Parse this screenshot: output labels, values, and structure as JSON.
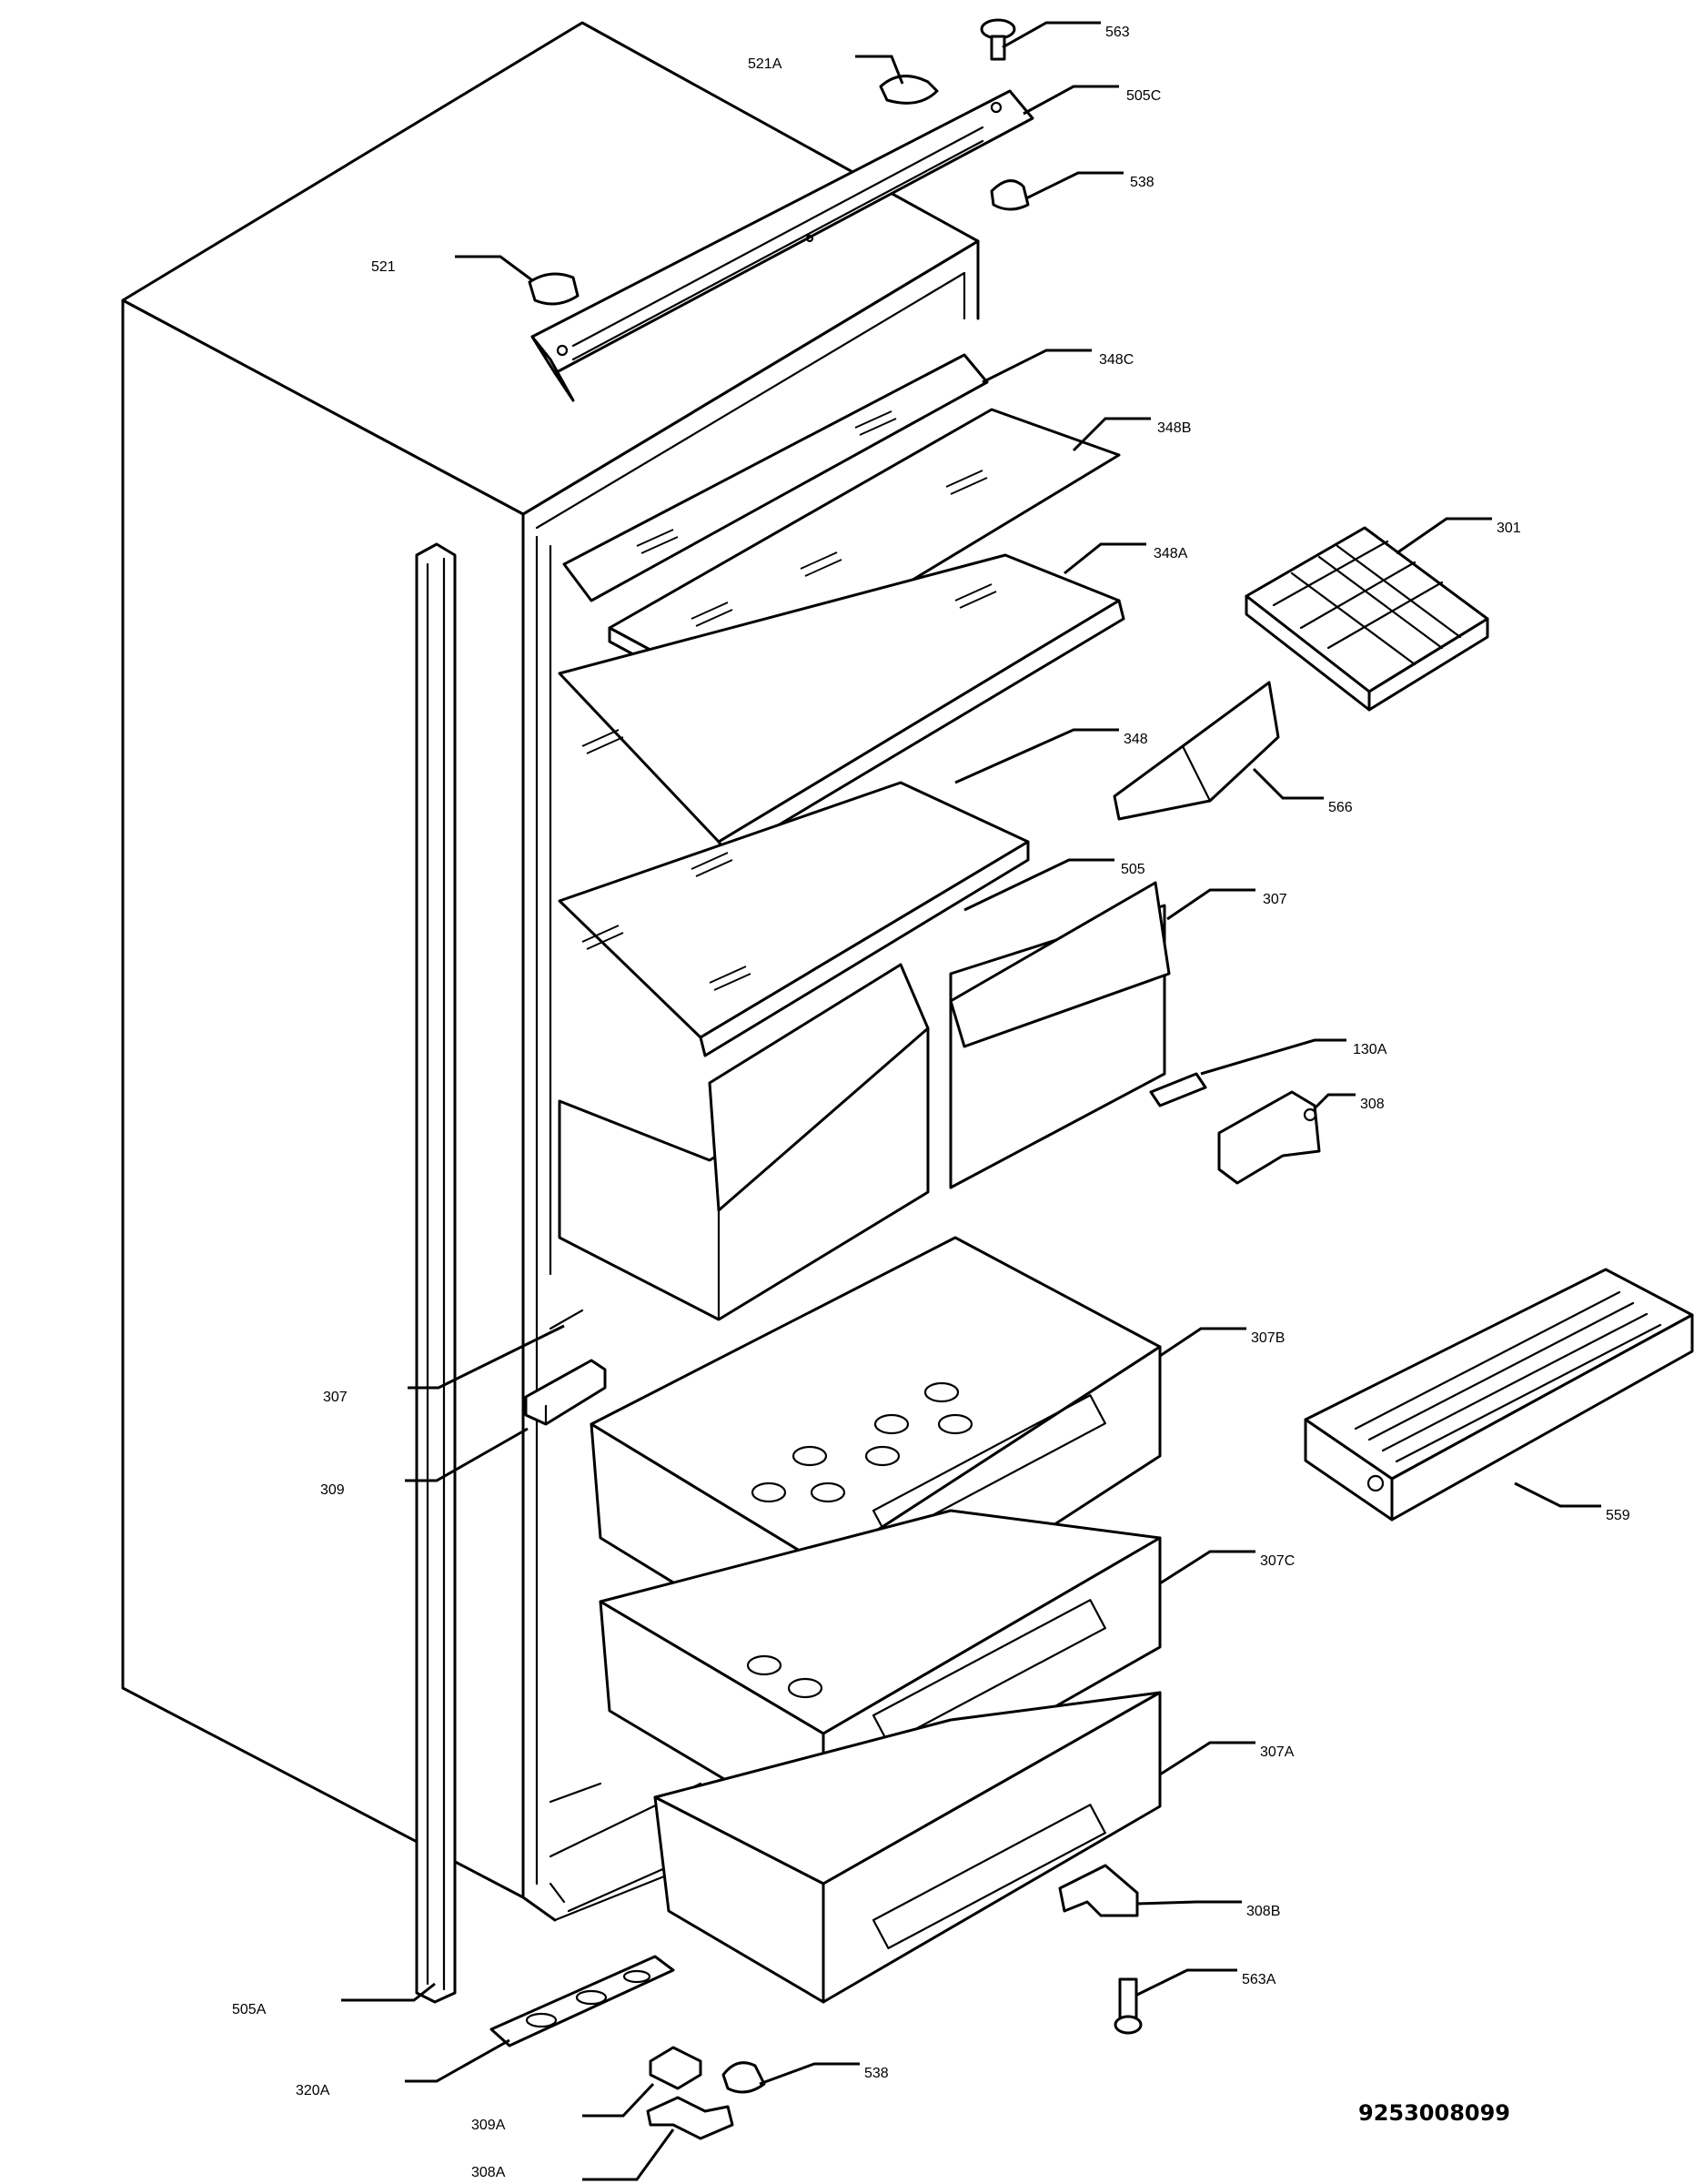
{
  "labels": {
    "l563": {
      "num": "563",
      "suf": ""
    },
    "l521A": {
      "num": "521",
      "suf": "A"
    },
    "l505C": {
      "num": "505",
      "suf": "C"
    },
    "l538top": {
      "num": "538",
      "suf": ""
    },
    "l521": {
      "num": "521",
      "suf": ""
    },
    "l348C": {
      "num": "348",
      "suf": "C"
    },
    "l348B": {
      "num": "348",
      "suf": "B"
    },
    "l301": {
      "num": "301",
      "suf": ""
    },
    "l348A": {
      "num": "348",
      "suf": "A"
    },
    "l348": {
      "num": "348",
      "suf": ""
    },
    "l566": {
      "num": "566",
      "suf": ""
    },
    "l505": {
      "num": "505",
      "suf": ""
    },
    "l307": {
      "num": "307",
      "suf": ""
    },
    "l130A": {
      "num": "130",
      "suf": "A"
    },
    "l308": {
      "num": "308",
      "suf": ""
    },
    "l307B": {
      "num": "307",
      "suf": "B"
    },
    "l307left": {
      "num": "307",
      "suf": ""
    },
    "l309": {
      "num": "309",
      "suf": ""
    },
    "l559": {
      "num": "559",
      "suf": ""
    },
    "l307C": {
      "num": "307",
      "suf": "C"
    },
    "l307A": {
      "num": "307",
      "suf": "A"
    },
    "l308B": {
      "num": "308",
      "suf": "B"
    },
    "l563A": {
      "num": "563",
      "suf": "A"
    },
    "l505A": {
      "num": "505",
      "suf": "A"
    },
    "l320A": {
      "num": "320",
      "suf": "A"
    },
    "l538bot": {
      "num": "538",
      "suf": ""
    },
    "l309A": {
      "num": "309",
      "suf": "A"
    },
    "l308A": {
      "num": "308",
      "suf": "A"
    }
  },
  "diagram_code": "9253008099"
}
